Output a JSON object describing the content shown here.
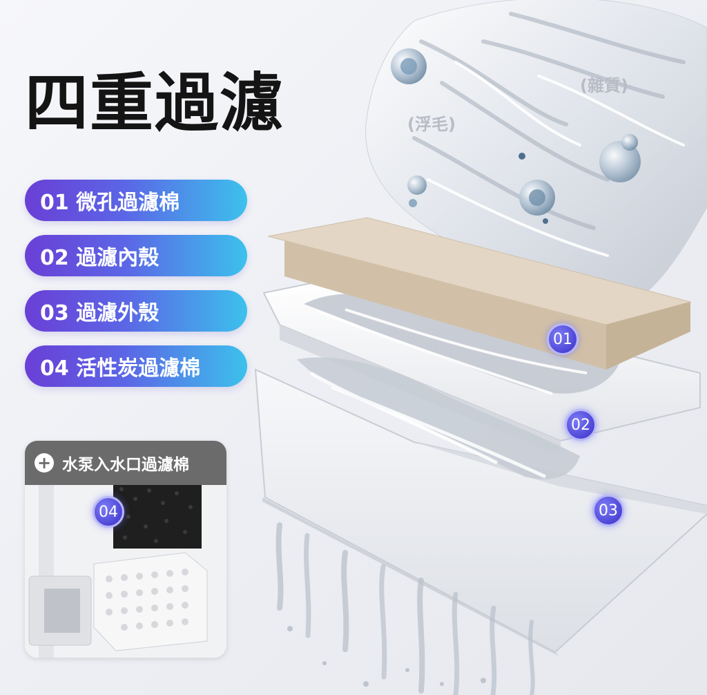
{
  "title": "四重過濾",
  "filters": [
    {
      "label": "01 微孔過濾棉"
    },
    {
      "label": "02 過濾內殼"
    },
    {
      "label": "03 過濾外殼"
    },
    {
      "label": "04 活性炭過濾棉"
    }
  ],
  "annotations": {
    "floating_hair": "(浮毛)",
    "impurities": "(雜質)"
  },
  "badges": [
    "01",
    "02",
    "03",
    "04"
  ],
  "inset": {
    "title": "水泵入水口過濾棉",
    "icon": "plus-icon"
  },
  "colors": {
    "pill_start": "#6a3fd6",
    "pill_end": "#3cc1ec",
    "badge": "#4d45d6",
    "sponge_top": "#d8c9b3",
    "inset_header": "#6b6b6b"
  }
}
